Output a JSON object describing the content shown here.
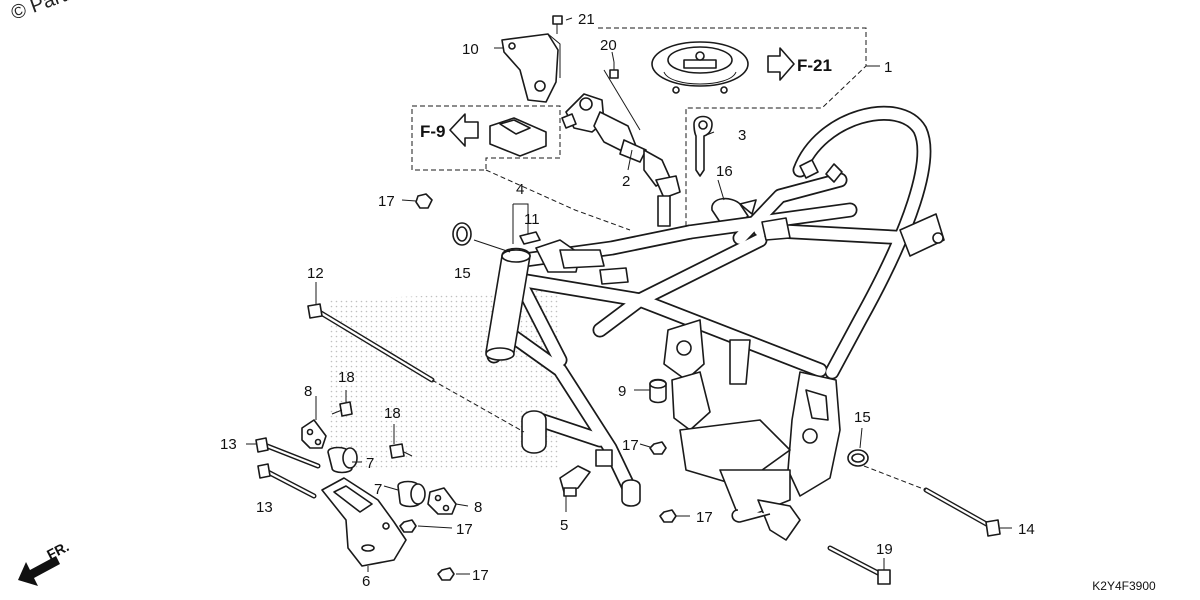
{
  "watermark": "© Partz",
  "diagram_code": "K2Y4F3900",
  "front_label": "FR.",
  "ref_f21": "F-21",
  "ref_f9": "F-9",
  "callouts": {
    "c1": "1",
    "c2": "2",
    "c3": "3",
    "c4": "4",
    "c5": "5",
    "c6": "6",
    "c7a": "7",
    "c7b": "7",
    "c8a": "8",
    "c8b": "8",
    "c9": "9",
    "c10": "10",
    "c11": "11",
    "c12": "12",
    "c13a": "13",
    "c13b": "13",
    "c14": "14",
    "c15a": "15",
    "c15b": "15",
    "c16": "16",
    "c17a": "17",
    "c17b": "17",
    "c17c": "17",
    "c17d": "17",
    "c17e": "17",
    "c18a": "18",
    "c18b": "18",
    "c19": "19",
    "c20": "20",
    "c21": "21"
  }
}
